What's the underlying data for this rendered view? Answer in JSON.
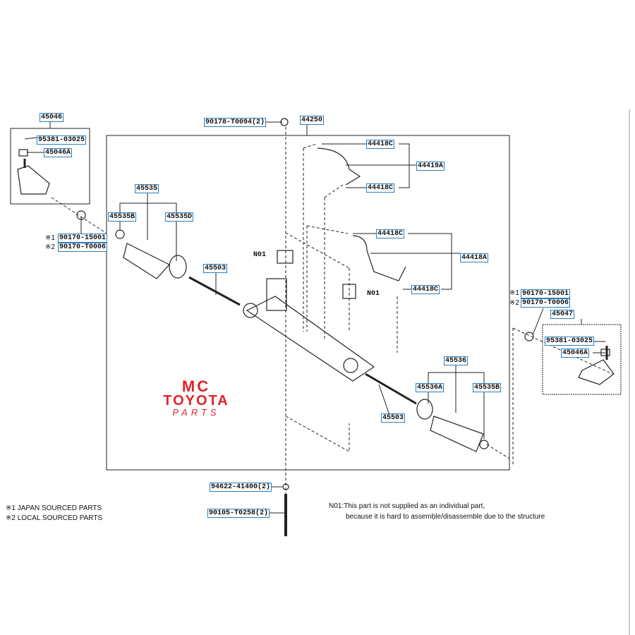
{
  "parts": {
    "p45046": "45046",
    "p95381_l": "95381-03025",
    "p45046a_l": "45046A",
    "p90170_15001_l": "90170-15001",
    "p90170_t0006_l": "90170-T0006",
    "p90178": "90178-T0094(2)",
    "p44250": "44250",
    "p44418c_1": "44418C",
    "p44419a": "44419A",
    "p44418c_2": "44418C",
    "p45535": "45535",
    "p45535b_l": "45535B",
    "p45535d": "45535D",
    "p45503_l": "45503",
    "p44418c_3": "44418C",
    "p44418a": "44418A",
    "p44418c_4": "44418C",
    "p90170_15001_r": "90170-15001",
    "p90170_t0006_r": "90170-T0006",
    "p45047": "45047",
    "p95381_r": "95381-03025",
    "p45046a_r": "45046A",
    "p45536": "45536",
    "p45536a": "45536A",
    "p45535b_r": "45535B",
    "p45503_r": "45503",
    "p94622": "94622-41400(2)",
    "p90105": "90105-T0258(2)"
  },
  "marks": {
    "m1": "※1",
    "m2": "※2",
    "n01": "N01"
  },
  "notes": {
    "japan": "※1 JAPAN SOURCED PARTS",
    "local": "※2 LOCAL SOURCED PARTS",
    "n01_line1": "N01:This part is not supplied as an individual part,",
    "n01_line2": "because it is hard to assemble/disassemble due to the structure"
  },
  "logo": {
    "line1": "MC",
    "line2": "TOYOTA",
    "line3": "PARTS"
  },
  "colors": {
    "label_border": "#2a7fc0",
    "logo": "#e0242a"
  }
}
